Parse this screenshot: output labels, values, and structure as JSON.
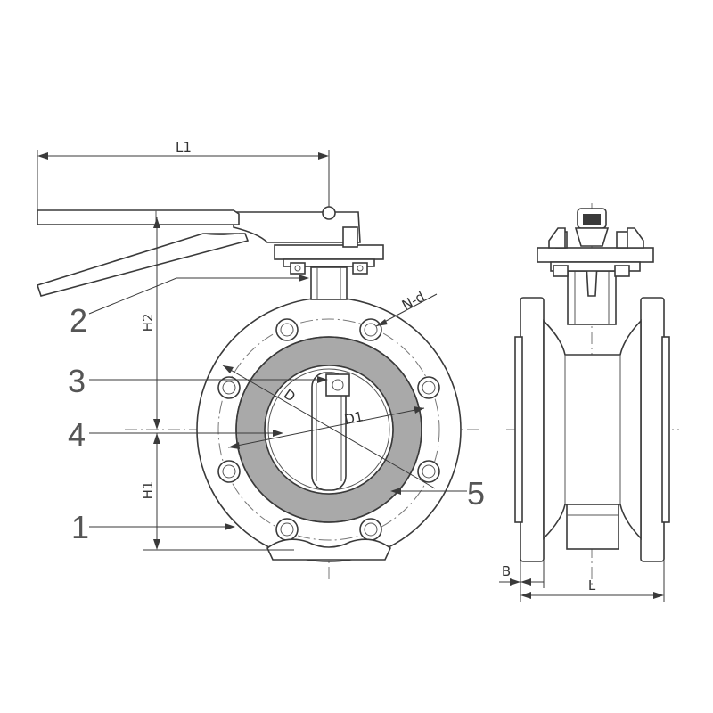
{
  "dimensions": {
    "L1": "L1",
    "H2": "H2",
    "H1": "H1",
    "D": "D",
    "D1": "D1",
    "N_d": "N-d",
    "B": "B",
    "L": "L"
  },
  "callouts": [
    "1",
    "2",
    "3",
    "4",
    "5"
  ],
  "colors": {
    "line": "#3a3a3a",
    "seat_ring": "#a9a9a9",
    "background": "#ffffff"
  }
}
